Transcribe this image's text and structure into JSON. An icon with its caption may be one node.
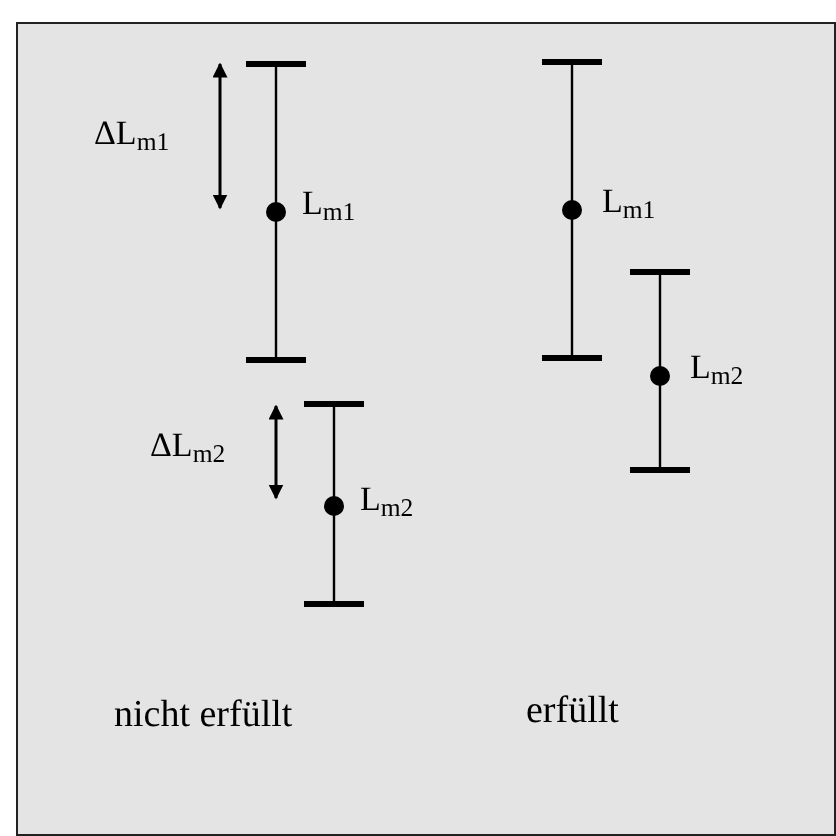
{
  "diagram": {
    "labels": [
      "ΔL$_{m1}$",
      "L$_{m1}$",
      "L$_{m1}$",
      "L$_{m2}$",
      "ΔL$_{m2}$",
      "L$_{m2}$",
      "nicht erfüllt",
      "erfüllt"
    ]
  }
}
